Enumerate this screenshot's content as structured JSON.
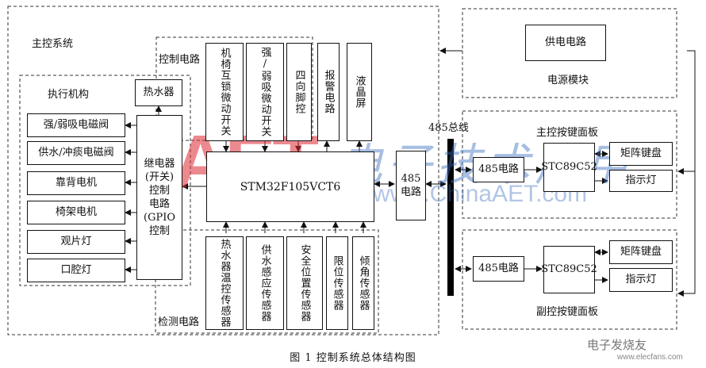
{
  "main_system": {
    "title": "主控系统"
  },
  "control_circuit": {
    "title": "控制电路",
    "items": [
      "机椅互锁微动开关",
      "强/弱吸微动开关",
      "四向脚控"
    ]
  },
  "alarm_circuit": "报警电路",
  "lcd": "液晶屏",
  "actuator": {
    "title": "执行机构",
    "water_heater": "热水器",
    "items": [
      "强/弱吸电磁阀",
      "供水/冲痰电磁阀",
      "靠背电机",
      "椅架电机",
      "观片灯",
      "口腔灯"
    ]
  },
  "relay": {
    "lines": [
      "继电器",
      "(开关)",
      "控制",
      "电路",
      "(GPIO",
      "控制"
    ]
  },
  "mcu": "STM32F105VCT6",
  "rs485_main": "485电路",
  "bus_label": "485总线",
  "detection": {
    "title": "检测电路",
    "items": [
      "热水器温控传感器",
      "供水感应传感器",
      "安全位置传感器",
      "限位传感器",
      "倾角传感器"
    ]
  },
  "power_module": {
    "title": "电源模块",
    "supply": "供电电路"
  },
  "main_panel": {
    "title": "主控按键面板",
    "rs485": "485电路",
    "mcu": "STC89C52",
    "keyboard": "矩阵键盘",
    "indicator": "指示灯"
  },
  "sub_panel": {
    "title": "副控按键面板",
    "rs485": "485电路",
    "mcu": "STC89C52",
    "keyboard": "矩阵键盘",
    "indicator": "指示灯"
  },
  "caption": "图 1   控制系统总体结构图",
  "watermark": {
    "logo": "AET",
    "cn": "电子技术应用",
    "url": "www.ChinaAET.com",
    "site": "电子发烧友",
    "site_url": "www.elecfans.com"
  }
}
